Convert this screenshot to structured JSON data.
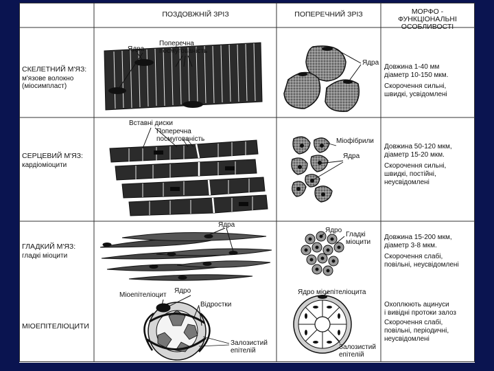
{
  "header": {
    "longitudinal": "ПОЗДОВЖНІЙ ЗРІЗ",
    "transverse": "ПОПЕРЕЧНИЙ ЗРІЗ",
    "features": "МОРФО - ФУНКЦІОНАЛЬНІ\nОСОБЛИВОСТІ"
  },
  "rows": {
    "skeletal": {
      "title": "СКЕЛЕТНИЙ М'ЯЗ:",
      "subtitle": "м'язове волокно\n(міосимпласт)",
      "label_nuclei": "Ядра",
      "label_striation": "Поперечна\nпосмугованість",
      "label_nuclei_cross": "Ядра",
      "dims": "Довжина 1-40 мм\nдіаметр 10-150 мкм.",
      "contraction": "Скорочення сильні,\nшвидкі, усвідомлені"
    },
    "cardiac": {
      "title": "СЕРЦЕВИЙ М'ЯЗ:",
      "subtitle": "кардіоміоцити",
      "label_discs": "Вставні диски",
      "label_striation": "Поперечна\nпосмугованість",
      "label_myofibrils": "Міофібрили",
      "label_nuclei_cross": "Ядра",
      "dims": "Довжина 50-120 мкм,\nдіаметр 15-20 мкм.",
      "contraction": "Скорочення сильні,\nшвидкі, постійні,\nнеусвідомлені"
    },
    "smooth": {
      "title": "ГЛАДКИЙ М'ЯЗ:",
      "subtitle": "гладкі міоцити",
      "label_nuclei": "Ядра",
      "label_nucleus_cross": "Ядро",
      "label_cells_cross": "Гладкі\nміоцити",
      "dims": "Довжина 15-200 мкм,\nдіаметр 3-8 мкм.",
      "contraction": "Скорочення слабі,\nповільні, неусвідомлені"
    },
    "myoepithelial": {
      "title": "МІОЕПІТЕЛІОЦИТИ",
      "label_cell": "Міоепітеліоцит",
      "label_nucleus": "Ядро",
      "label_processes": "Відростки",
      "label_epithelium": "Залозистий\nепітелій",
      "label_cross": "Ядро міоепітеліоцита",
      "label_epithelium_cross": "Залозистий\nепітелій",
      "covers": "Охоплюють ацинуси\nі вивідні протоки залоз",
      "contraction": "Скорочення слабі,\nповільні, періодичні,\nнеусвідомлені"
    }
  },
  "colors": {
    "frame": "#0a1450",
    "ink": "#111111",
    "fiber": "#2a2a2a",
    "stipple": "#6a6a6a"
  }
}
